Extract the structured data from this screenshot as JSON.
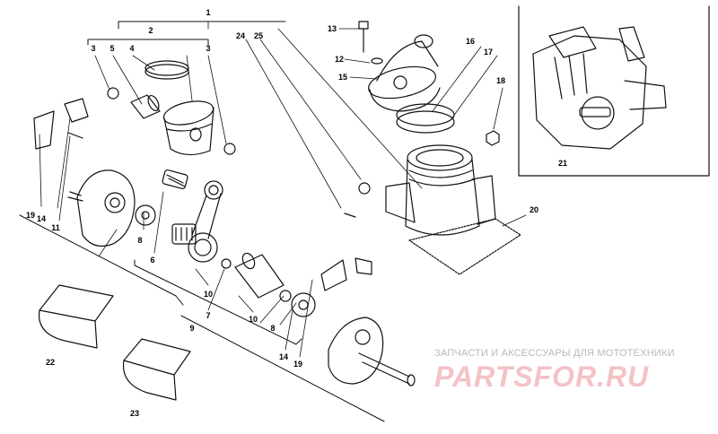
{
  "diagram": {
    "part_labels": [
      "1",
      "2",
      "3",
      "4",
      "5",
      "3",
      "24",
      "25",
      "13",
      "12",
      "15",
      "16",
      "17",
      "18",
      "21",
      "20",
      "19",
      "14",
      "11",
      "8",
      "6",
      "7",
      "10",
      "10",
      "8",
      "9",
      "14",
      "19",
      "22",
      "23"
    ]
  },
  "watermark": {
    "line1": "ЗАПЧАСТИ И АКСЕССУАРЫ ДЛЯ МОТОТЕХНИКИ",
    "line2": "PARTSFOR.RU",
    "color": "#f3c3c6"
  }
}
